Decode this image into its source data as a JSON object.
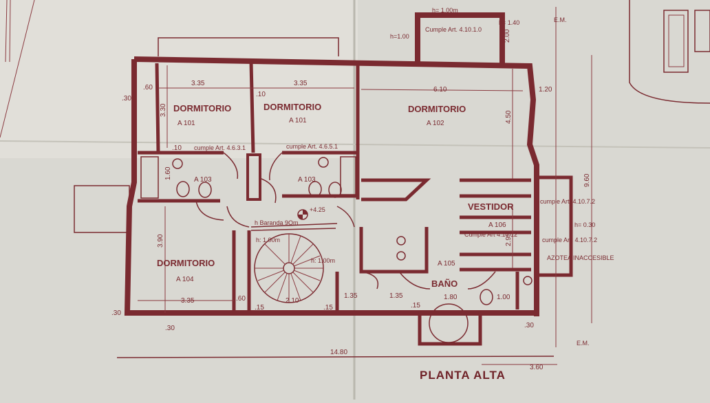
{
  "plan": {
    "title": "PLANTA ALTA",
    "rooms": [
      {
        "name": "DORMITORIO",
        "code": "A 101"
      },
      {
        "name": "DORMITORIO",
        "code": "A 101"
      },
      {
        "name": "DORMITORIO",
        "code": "A 102"
      },
      {
        "name": "DORMITORIO",
        "code": "A 104"
      },
      {
        "name": "VESTIDOR",
        "code": "A 106"
      },
      {
        "name": "BAÑO",
        "code": "A 105"
      }
    ],
    "bath_codes": [
      "A 103",
      "A 103"
    ],
    "dimensions": {
      "d1": "3.35",
      "d2": "3.35",
      "d3": "6.10",
      "d4": "3.35",
      "d5": "14.80",
      "d6": "3.60",
      "d7": "1.80",
      "d8": "1.35",
      "d9": "1.35",
      "d10": "2.10",
      "d11": "3.90",
      "d12": "3.30",
      "d13": "1.60",
      "d14": "4.50",
      "d15": "2.95",
      "d16": "1.20",
      "d17": "9.60",
      "d18": "2.00",
      "d19": "1.00",
      "d20": ".60",
      "d21": ".60",
      "d22": ".30",
      "d23": ".30",
      "d24": ".30",
      "d25": ".10",
      "d26": ".10",
      "d27": ".15",
      "d28": ".15",
      "d29": ".15",
      "d30": ".30"
    },
    "notes": {
      "n1": "cumple Art. 4.6.3.1",
      "n2": "cumple Art. 4.6.5.1",
      "n3": "Cumple Art. 4.10.1.0",
      "n4": "h= 1.00m",
      "n5": "h= 1.40",
      "n6": "h=1.00",
      "n7": "cumple Art. 4.10.7.2",
      "n8": "cumple Art. 4.10.7.2",
      "n9": "h= 0.30",
      "n10": "AZOTEA INACCESIBLE",
      "n11": "Cumple Art 4.10.12",
      "n12": "h Baranda 9Om",
      "n13": "h: 1.00m",
      "n14": "h: 1.00m",
      "n15": "+4.25",
      "n16": "E.M.",
      "n17": "E.M."
    }
  },
  "colors": {
    "paper": "#d9d8d2",
    "ink": "#7a2a30"
  }
}
